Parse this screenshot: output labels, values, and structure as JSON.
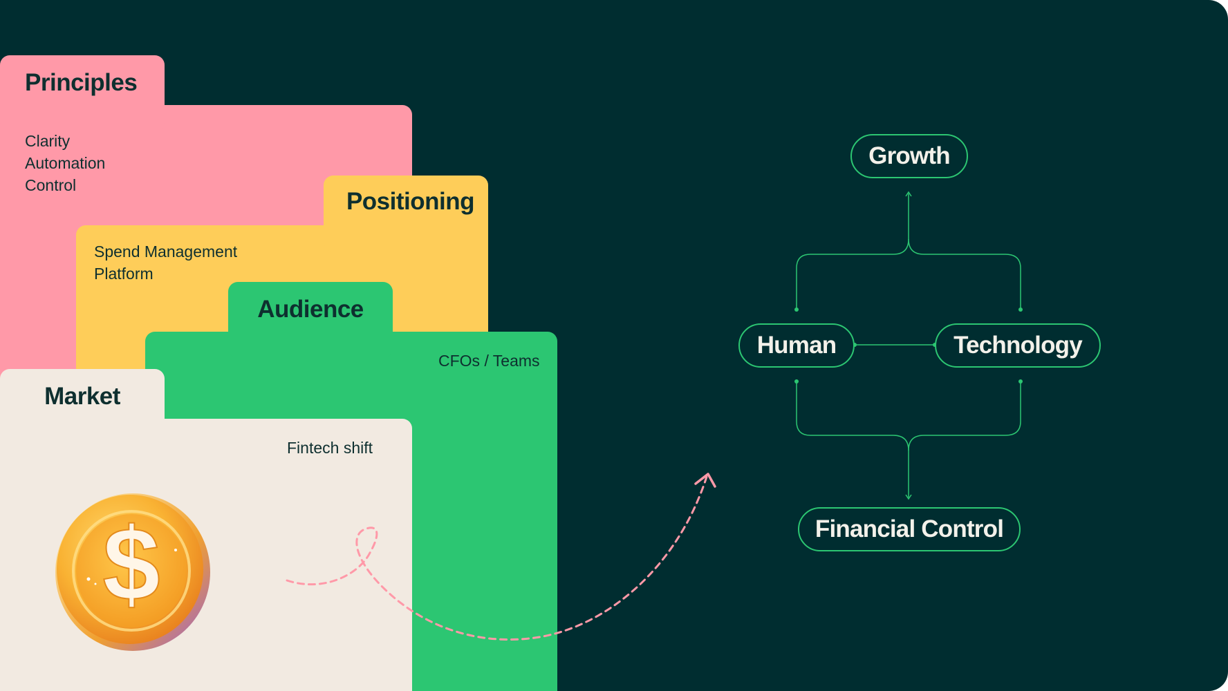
{
  "cards": {
    "principles": {
      "title": "Principles",
      "lines": [
        "Clarity",
        "Automation",
        "Control"
      ],
      "color": "#ff99a8"
    },
    "positioning": {
      "title": "Positioning",
      "lines": [
        "Spend Management",
        "Platform"
      ],
      "color": "#fecd59"
    },
    "audience": {
      "title": "Audience",
      "lines": [
        "CFOs / Teams"
      ],
      "color": "#2cc672"
    },
    "market": {
      "title": "Market",
      "lines": [
        "Fintech shift"
      ],
      "color": "#f2eae1"
    }
  },
  "coin": {
    "icon": "dollar-coin-icon",
    "symbol": "$"
  },
  "diagram": {
    "top": "Growth",
    "left": "Human",
    "right": "Technology",
    "bottom": "Financial Control",
    "line_color": "#2cc672"
  },
  "arrow": {
    "icon": "dashed-curved-arrow-icon",
    "color": "#ff99a8"
  },
  "background_color": "#002d30"
}
